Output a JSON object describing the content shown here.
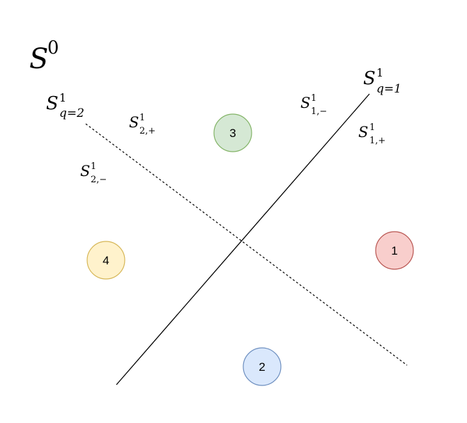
{
  "diagram": {
    "space": {
      "base": "S",
      "sup": "0"
    },
    "hyperplanes": [
      {
        "id": "q1",
        "base": "S",
        "sup": "1",
        "sub": "q=1",
        "style": "solid"
      },
      {
        "id": "q2",
        "base": "S",
        "sup": "1",
        "sub": "q=2",
        "style": "dashed"
      }
    ],
    "half_spaces": [
      {
        "id": "1m",
        "base": "S",
        "sup": "1",
        "sub": "1,−"
      },
      {
        "id": "1p",
        "base": "S",
        "sup": "1",
        "sub": "1,+"
      },
      {
        "id": "2p",
        "base": "S",
        "sup": "1",
        "sub": "2,+"
      },
      {
        "id": "2m",
        "base": "S",
        "sup": "1",
        "sub": "2,−"
      }
    ],
    "regions": [
      {
        "label": "1",
        "fill": "#f8cecc",
        "stroke": "#b85450"
      },
      {
        "label": "2",
        "fill": "#dae8fc",
        "stroke": "#6c8ebf"
      },
      {
        "label": "3",
        "fill": "#d5e8d4",
        "stroke": "#82b366"
      },
      {
        "label": "4",
        "fill": "#fff2cc",
        "stroke": "#d6b656"
      }
    ]
  }
}
